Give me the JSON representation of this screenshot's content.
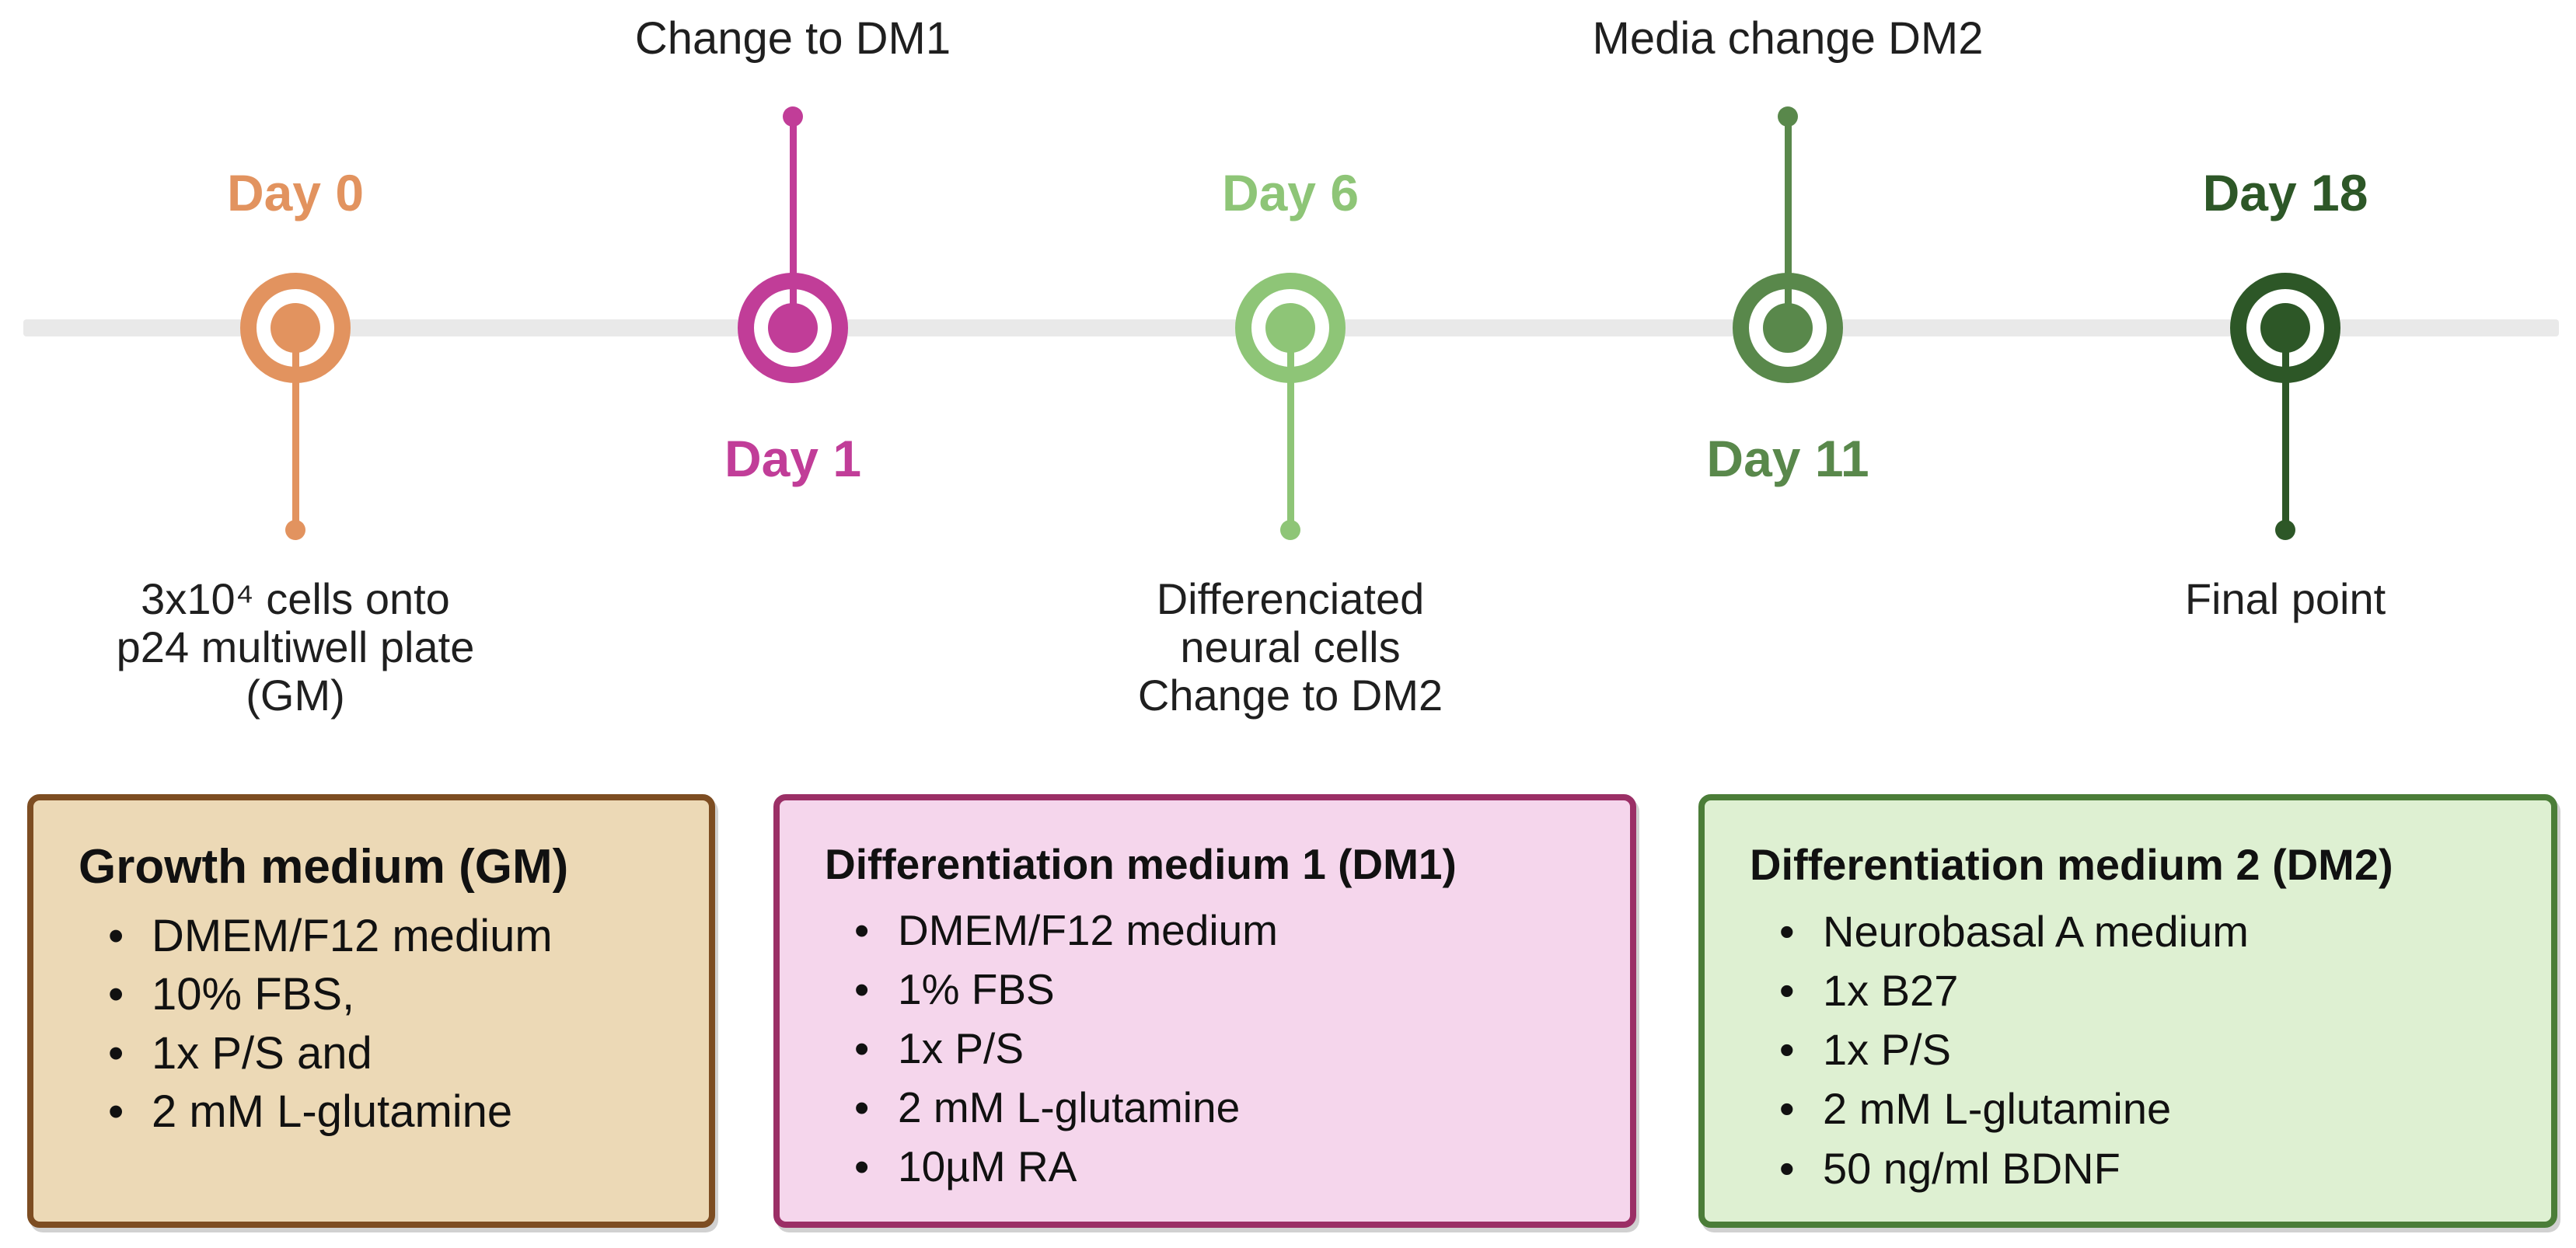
{
  "figure": {
    "description": "Neural cell differentiation protocol timeline",
    "background_color": "#ffffff",
    "timeline_color": "#e9e9e9",
    "text_color": "#1f1f1f"
  },
  "timeline": {
    "milestones": [
      {
        "id": "day-0",
        "label": "Day 0",
        "label_position": "above",
        "color": "#e2935f",
        "stem_direction": "down",
        "annotation_lines": [
          "3x10⁴ cells onto",
          "p24 multiwell plate",
          "(GM)"
        ]
      },
      {
        "id": "day-1",
        "label": "Day 1",
        "label_position": "below",
        "color": "#c13d98",
        "stem_direction": "up",
        "top_label": "Change to DM1"
      },
      {
        "id": "day-6",
        "label": "Day 6",
        "label_position": "above",
        "color": "#8ec577",
        "stem_direction": "down",
        "annotation_lines": [
          "Differenciated",
          "neural cells",
          "Change to DM2"
        ]
      },
      {
        "id": "day-11",
        "label": "Day 11",
        "label_position": "below",
        "color": "#59884b",
        "stem_direction": "up",
        "top_label": "Media change DM2"
      },
      {
        "id": "day-18",
        "label": "Day 18",
        "label_position": "above",
        "color": "#2d5727",
        "stem_direction": "down",
        "annotation_lines": [
          "Final point"
        ]
      }
    ]
  },
  "media_boxes": [
    {
      "id": "gm",
      "title": "Growth medium (GM)",
      "bg_color": "#ecd9b6",
      "border_color": "#7d4d22",
      "items": [
        "DMEM/F12 medium",
        "10% FBS,",
        "1x P/S and",
        "2 mM L-glutamine"
      ]
    },
    {
      "id": "dm1",
      "title": "Differentiation medium 1 (DM1)",
      "bg_color": "#f5d6ec",
      "border_color": "#9b2f66",
      "items": [
        "DMEM/F12 medium",
        "1% FBS",
        "1x P/S",
        "2 mM L-glutamine",
        "10µM RA"
      ]
    },
    {
      "id": "dm2",
      "title": "Differentiation medium 2 (DM2)",
      "bg_color": "#def0d2",
      "border_color": "#4b7d38",
      "items": [
        "Neurobasal A medium",
        "1x B27",
        "1x P/S",
        "2 mM L-glutamine",
        "50 ng/ml BDNF"
      ]
    }
  ]
}
